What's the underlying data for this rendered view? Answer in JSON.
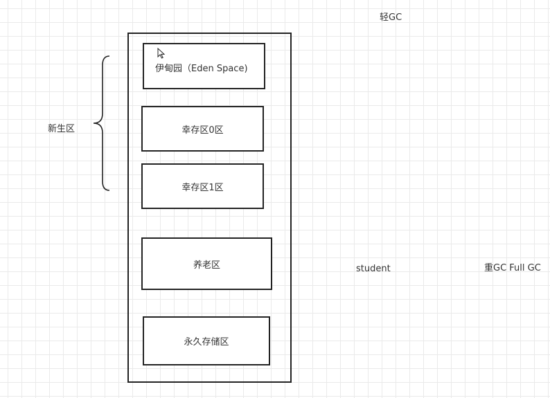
{
  "diagram": {
    "heap_regions": [
      {
        "id": "eden",
        "label": "伊甸园（Eden Space)"
      },
      {
        "id": "survivor0",
        "label": "幸存区0区"
      },
      {
        "id": "survivor1",
        "label": "幸存区1区"
      },
      {
        "id": "old",
        "label": "养老区"
      },
      {
        "id": "perm",
        "label": "永久存储区"
      }
    ],
    "young_gen_label": "新生区",
    "minor_gc_label": "轻GC",
    "object_label": "student",
    "full_gc_label": "重GC  Full GC"
  }
}
